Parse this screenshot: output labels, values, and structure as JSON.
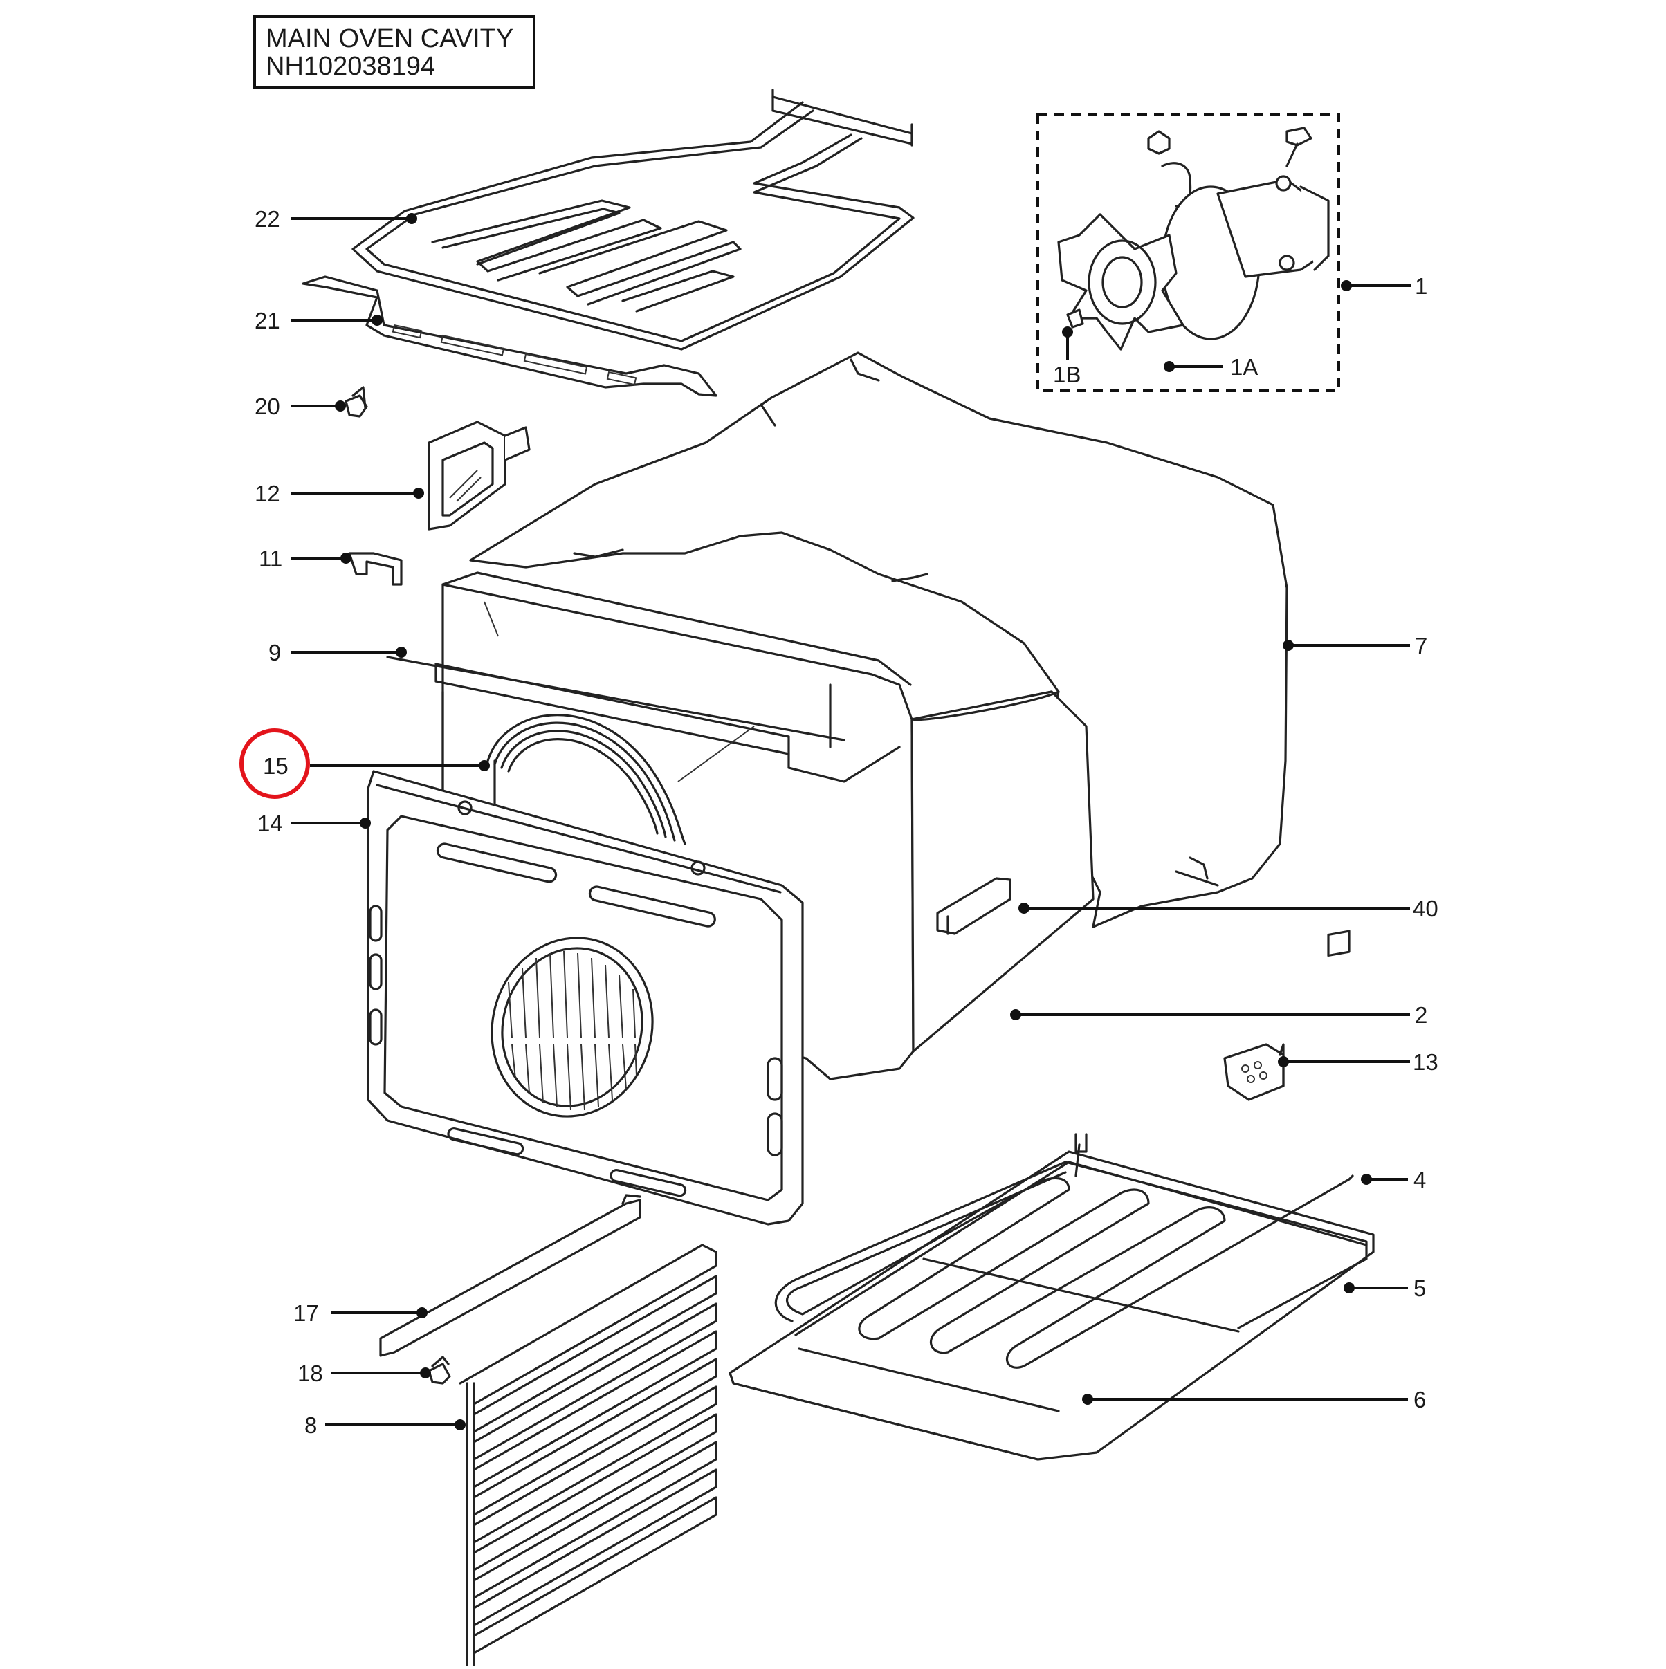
{
  "title_box": {
    "line1": "MAIN OVEN CAVITY",
    "line2": "NH102038194"
  },
  "highlight": {
    "part": "15",
    "color": "#e3141b"
  },
  "callouts": [
    {
      "id": "22",
      "label": "22"
    },
    {
      "id": "21",
      "label": "21"
    },
    {
      "id": "20",
      "label": "20"
    },
    {
      "id": "12",
      "label": "12"
    },
    {
      "id": "11",
      "label": "11"
    },
    {
      "id": "9",
      "label": "9"
    },
    {
      "id": "15",
      "label": "15"
    },
    {
      "id": "14",
      "label": "14"
    },
    {
      "id": "17",
      "label": "17"
    },
    {
      "id": "18",
      "label": "18"
    },
    {
      "id": "8",
      "label": "8"
    },
    {
      "id": "1",
      "label": "1"
    },
    {
      "id": "1A",
      "label": "1A"
    },
    {
      "id": "1B",
      "label": "1B"
    },
    {
      "id": "7",
      "label": "7"
    },
    {
      "id": "40",
      "label": "40"
    },
    {
      "id": "2",
      "label": "2"
    },
    {
      "id": "13",
      "label": "13"
    },
    {
      "id": "4",
      "label": "4"
    },
    {
      "id": "5",
      "label": "5"
    },
    {
      "id": "6",
      "label": "6"
    }
  ]
}
